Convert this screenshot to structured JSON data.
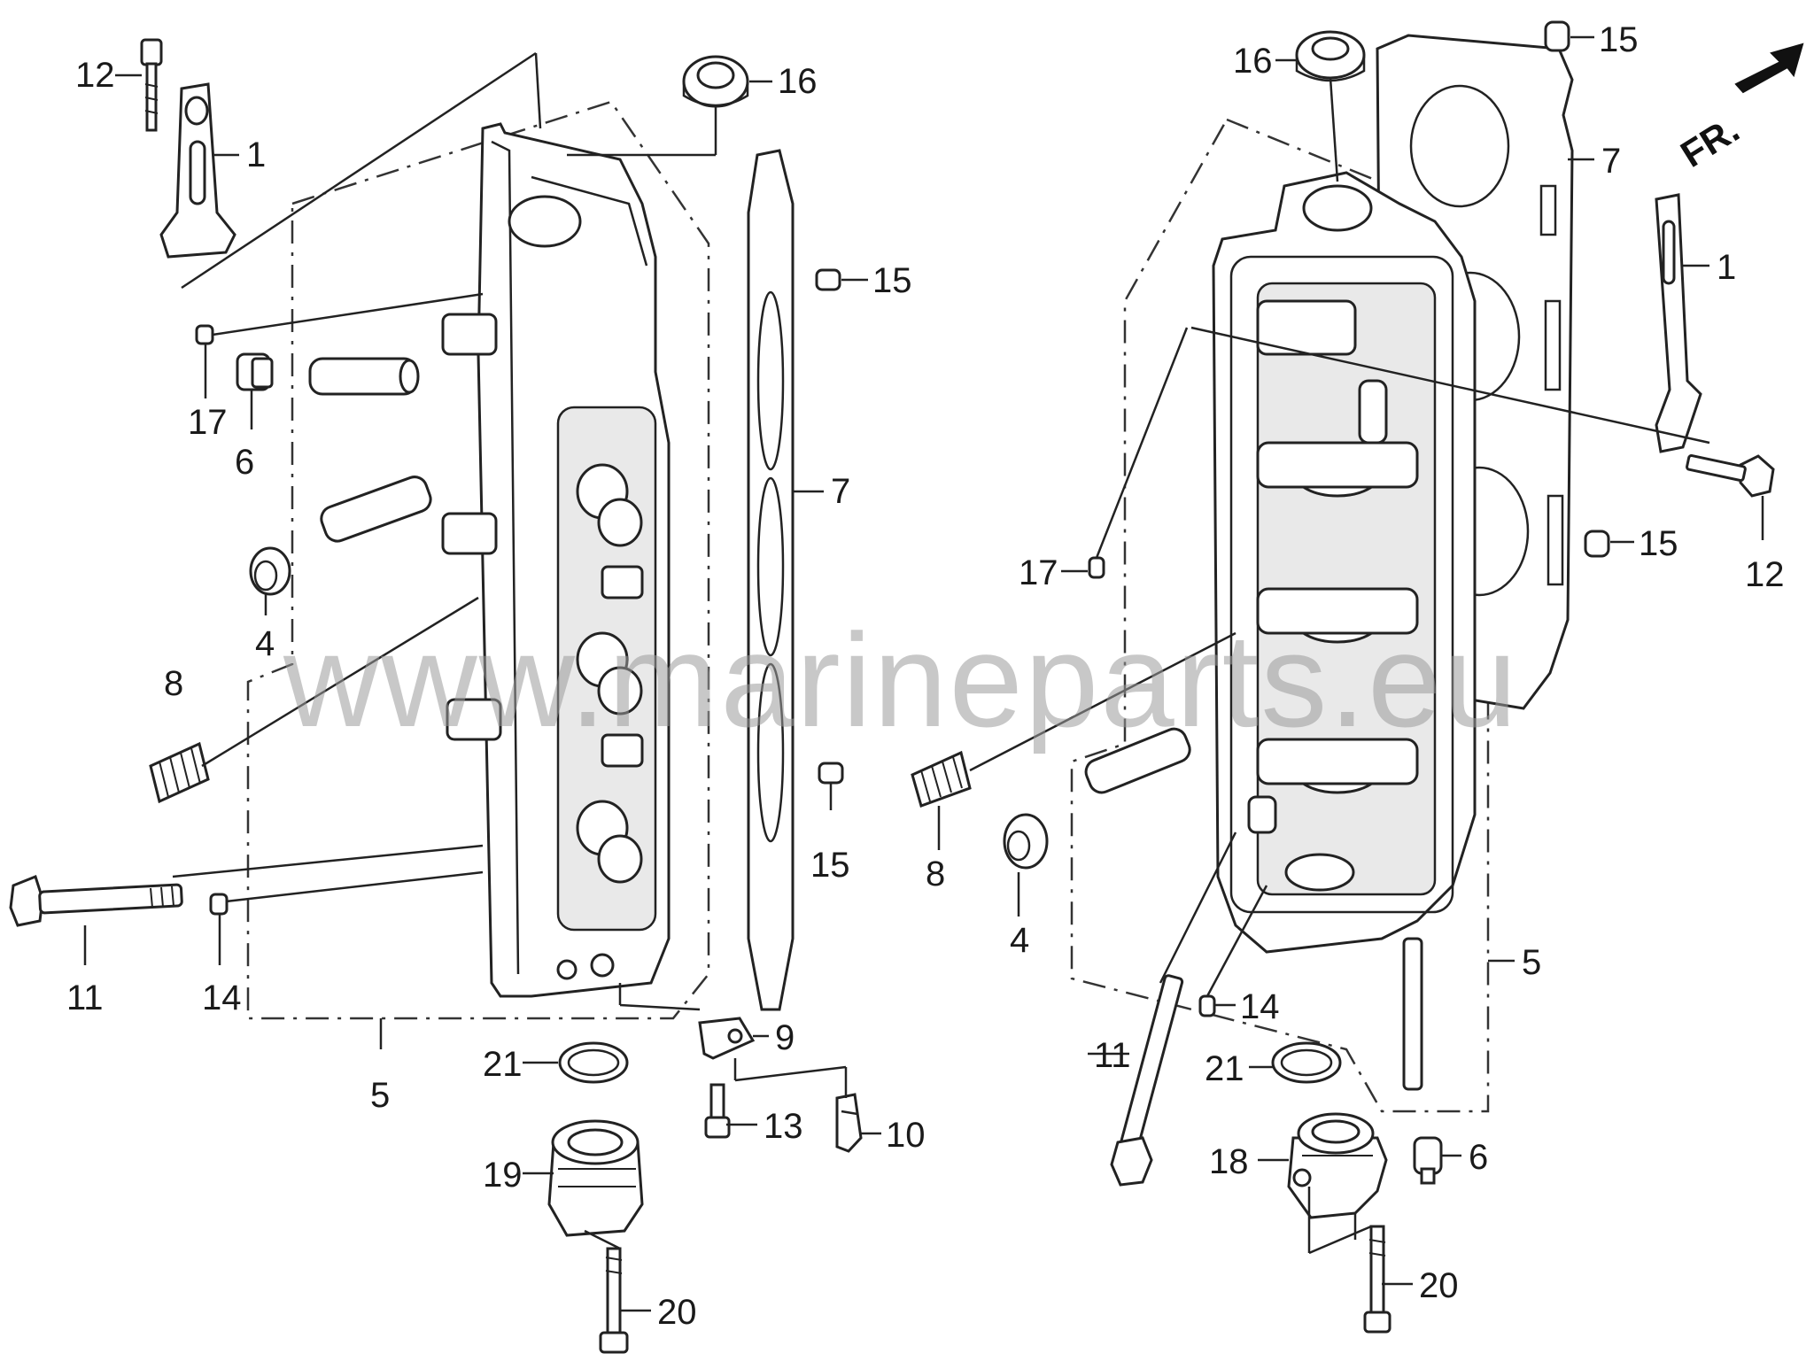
{
  "direction_label": "FR.",
  "watermark": "www.marineparts.eu",
  "callouts": [
    "1",
    "4",
    "5",
    "6",
    "7",
    "8",
    "9",
    "10",
    "11",
    "12",
    "13",
    "14",
    "15",
    "16",
    "17",
    "18",
    "19",
    "20",
    "21"
  ]
}
